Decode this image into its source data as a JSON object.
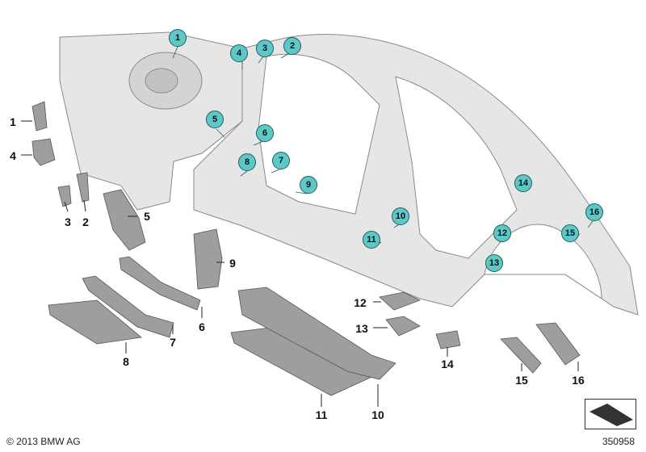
{
  "callouts": [
    "1",
    "2",
    "3",
    "4",
    "5",
    "6",
    "7",
    "8",
    "9",
    "10",
    "11",
    "12",
    "13",
    "14",
    "15",
    "16"
  ],
  "part_labels": [
    "1",
    "2",
    "3",
    "4",
    "5",
    "6",
    "7",
    "8",
    "9",
    "10",
    "11",
    "12",
    "13",
    "14",
    "15",
    "16"
  ],
  "copyright": "© 2013 BMW AG",
  "diagram_number": "350958",
  "colors": {
    "callout_fill": "#5ec8c8",
    "callout_stroke": "#1e5e5e",
    "body_fill": "#e6e6e6",
    "part_fill": "#9e9e9e",
    "outline": "#8a8a8a"
  }
}
